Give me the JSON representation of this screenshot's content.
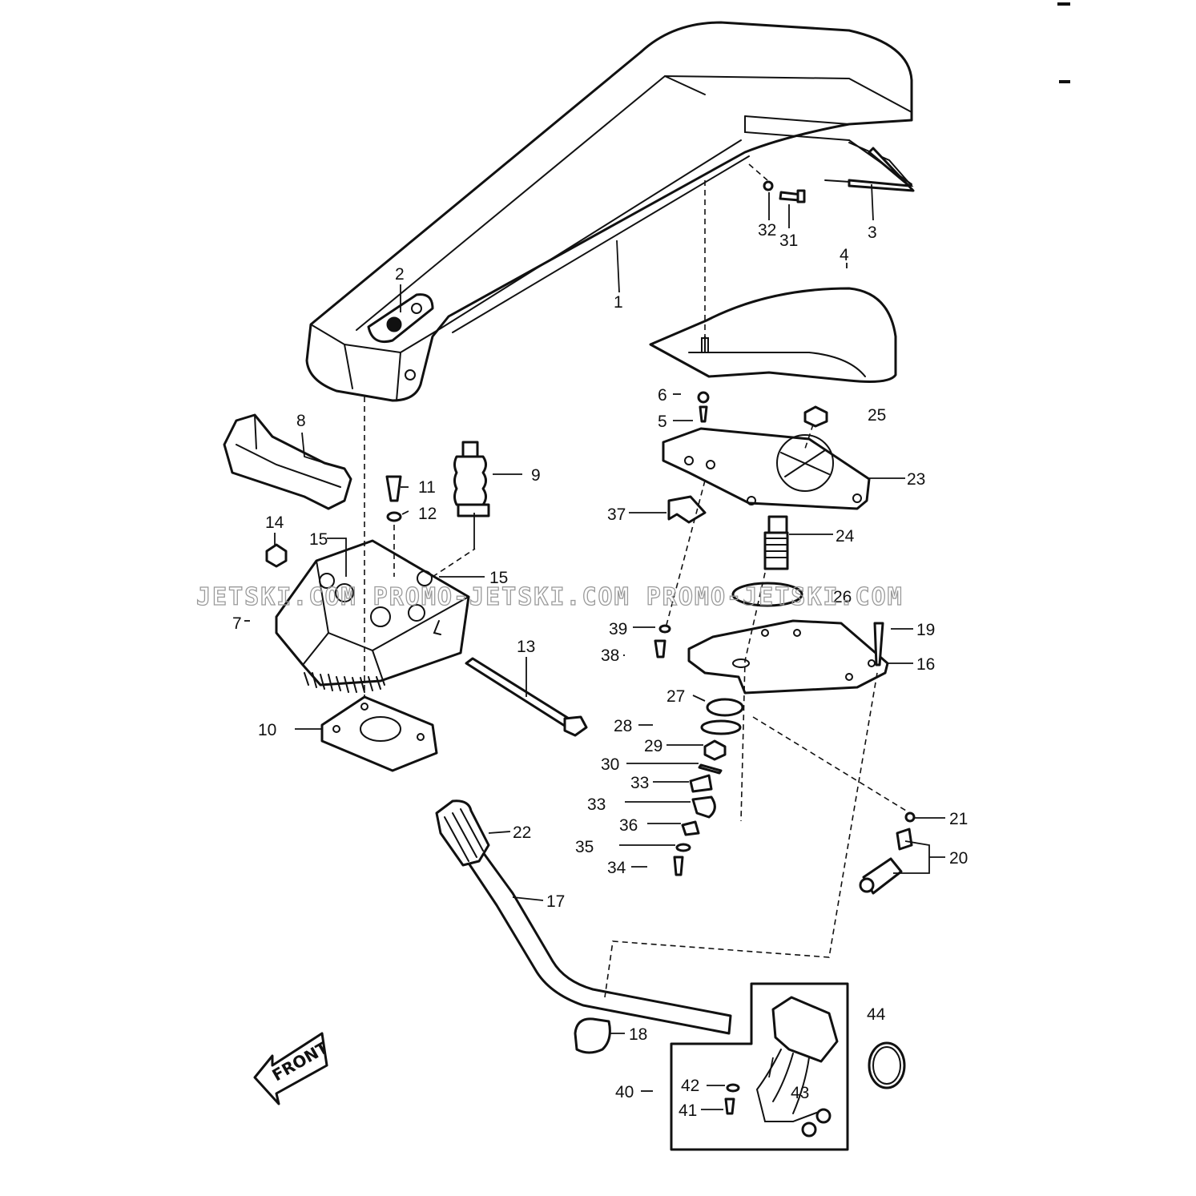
{
  "labels": {
    "p1": "1",
    "p2": "2",
    "p3": "3",
    "p4": "4",
    "p5": "5",
    "p6": "6",
    "p7": "7",
    "p8": "8",
    "p9": "9",
    "p10": "10",
    "p11": "11",
    "p12": "12",
    "p13": "13",
    "p14": "14",
    "p15a": "15",
    "p15b": "15",
    "p16": "16",
    "p17": "17",
    "p18": "18",
    "p19": "19",
    "p20": "20",
    "p21": "21",
    "p22": "22",
    "p23": "23",
    "p24": "24",
    "p25": "25",
    "p26": "26",
    "p27": "27",
    "p28": "28",
    "p29": "29",
    "p30": "30",
    "p31": "31",
    "p32": "32",
    "p33a": "33",
    "p33b": "33",
    "p34": "34",
    "p35": "35",
    "p36": "36",
    "p37": "37",
    "p38": "38",
    "p39": "39",
    "p40": "40",
    "p41": "41",
    "p42": "42",
    "p43": "43",
    "p44": "44"
  },
  "front_arrow": "FRONT",
  "watermark": "JETSKI.COM   PROMO-JETSKI.COM   PROMO-JETSKI.COM"
}
